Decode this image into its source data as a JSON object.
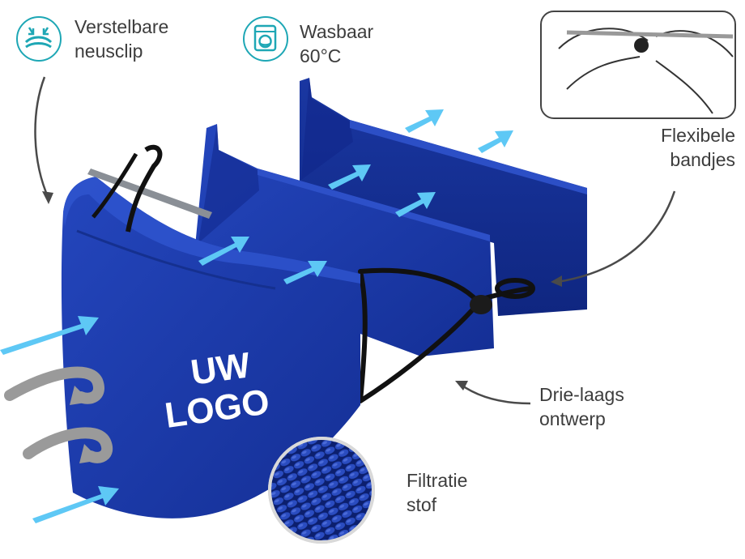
{
  "features": {
    "nose_clip": {
      "line1": "Verstelbare",
      "line2": "neusclip",
      "icon": "nose-clip-icon"
    },
    "washable": {
      "line1": "Wasbaar",
      "line2": "60°C",
      "icon": "washing-machine-icon"
    },
    "straps": {
      "line1": "Flexibele",
      "line2": "bandjes"
    },
    "layers": {
      "line1": "Drie-laags",
      "line2": "ontwerp"
    },
    "filter": {
      "line1": "Filtratie",
      "line2": "stof"
    }
  },
  "mask": {
    "logo_line1": "UW",
    "logo_line2": "LOGO"
  },
  "colors": {
    "mask_blue": "#1a3aa8",
    "icon_teal": "#1ea7b5",
    "airflow_arrow": "#5ec8f5",
    "exhale_arrow": "#9a9a9a",
    "label_text": "#3d3d3d"
  }
}
